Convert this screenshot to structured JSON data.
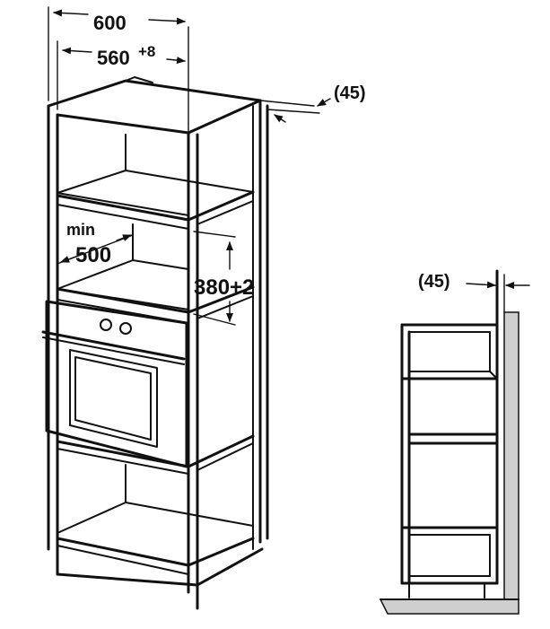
{
  "dimensions": {
    "overall_width": "600",
    "niche_width_base": "560",
    "niche_width_tol": "+8",
    "depth_gap_main": "(45)",
    "min_label": "min",
    "min_value": "500",
    "niche_height": "380+2",
    "depth_gap_side": "(45)"
  },
  "colors": {
    "line": "#111111",
    "wall": "#cfcfcf",
    "background": "#ffffff"
  }
}
